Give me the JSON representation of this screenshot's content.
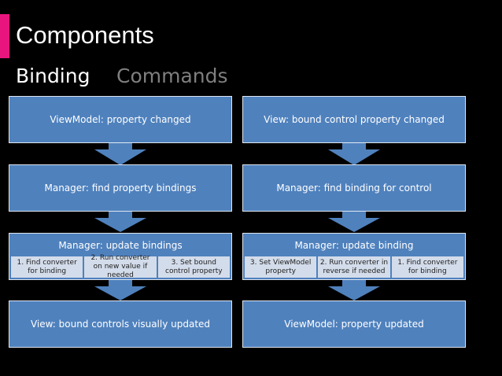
{
  "header": {
    "title": "Components",
    "tabs": [
      {
        "label": "Binding",
        "active": true
      },
      {
        "label": "Commands",
        "active": false
      }
    ]
  },
  "colors": {
    "accent": "#e8157f",
    "box": "#4f81bd",
    "step": "#d3dcea",
    "inactive_tab": "#7f7f7f"
  },
  "left": {
    "box1": "ViewModel: property changed",
    "box2": "Manager: find property bindings",
    "group": {
      "title": "Manager: update bindings",
      "steps": [
        "1. Find converter for binding",
        "2. Run converter on new value if needed",
        "3. Set bound control property"
      ]
    },
    "box4": "View: bound controls visually updated"
  },
  "right": {
    "box1": "View: bound control property changed",
    "box2": "Manager: find binding for control",
    "group": {
      "title": "Manager: update binding",
      "steps": [
        "3. Set ViewModel property",
        "2. Run converter in reverse if needed",
        "1. Find converter for binding"
      ]
    },
    "box4": "ViewModel: property updated"
  }
}
